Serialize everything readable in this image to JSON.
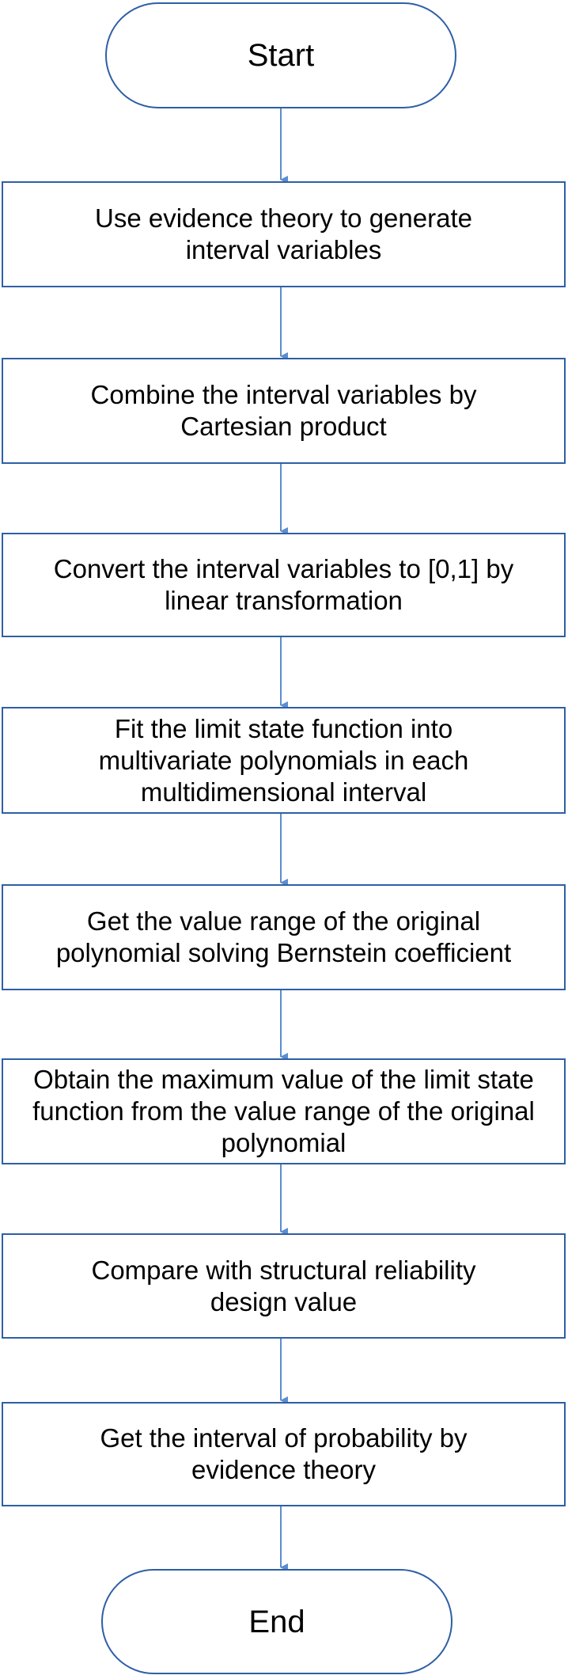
{
  "flowchart": {
    "start_label": "Start",
    "end_label": "End",
    "steps": [
      "Use evidence theory to generate interval variables",
      "Combine the interval variables by Cartesian product",
      "Convert the interval variables to [0,1] by linear transformation",
      "Fit the limit state function into multivariate polynomials in each multidimensional interval",
      "Get the value range of the original polynomial solving Bernstein coefficient",
      "Obtain the maximum value of the limit state function from the value range of the original polynomial",
      "Compare with structural reliability design value",
      "Get the interval of probability by evidence theory"
    ],
    "colors": {
      "shape_border": "#2e5fa6",
      "connector": "#5b8dcf",
      "text": "#000000",
      "background": "#ffffff"
    }
  }
}
